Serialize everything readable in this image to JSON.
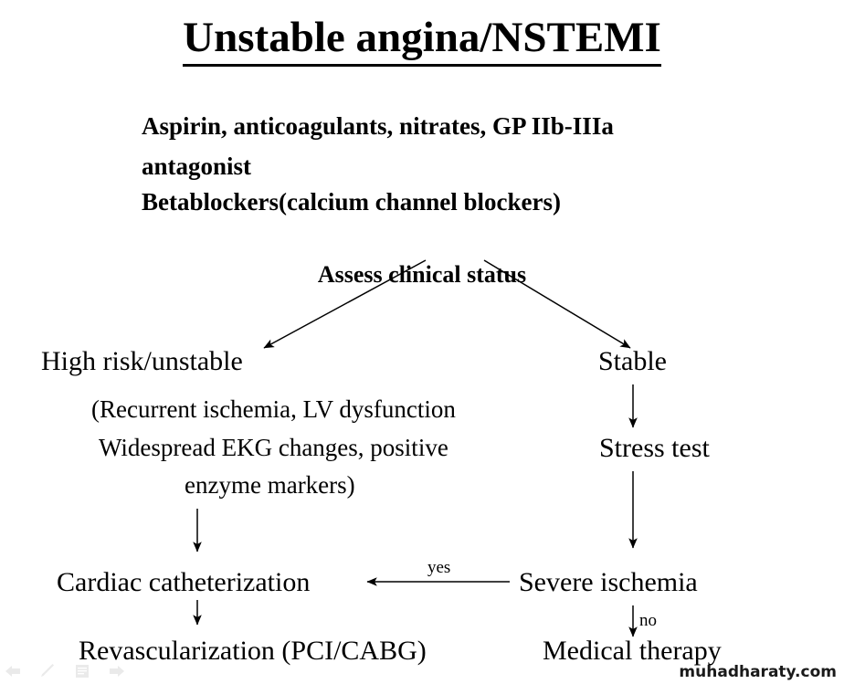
{
  "slide": {
    "title": "Unstable angina/NSTEMI",
    "therapy": [
      "Aspirin, anticoagulants, nitrates, GP IIb-IIIa",
      "antagonist",
      "Betablockers(calcium channel blockers)"
    ],
    "assess_node": "Assess clinical status",
    "left_branch": {
      "label": "High risk/unstable",
      "details": [
        "(Recurrent ischemia, LV dysfunction",
        "Widespread EKG changes, positive",
        "enzyme markers)"
      ],
      "catheterization": "Cardiac catheterization",
      "revascularization": "Revascularization (PCI/CABG)"
    },
    "right_branch": {
      "label": "Stable",
      "stress_test": "Stress test",
      "severe_ischemia": "Severe ischemia",
      "medical_therapy": "Medical therapy"
    },
    "edge_labels": {
      "yes": "yes",
      "no": "no"
    },
    "watermark": "muhadharaty.com",
    "colors": {
      "background": "#ffffff",
      "text": "#000000",
      "arrow": "#000000",
      "toolbar_icon": "#c8c8c8"
    },
    "toolbar_icons": [
      "back-arrow-icon",
      "pen-icon",
      "list-icon",
      "forward-arrow-icon"
    ]
  }
}
